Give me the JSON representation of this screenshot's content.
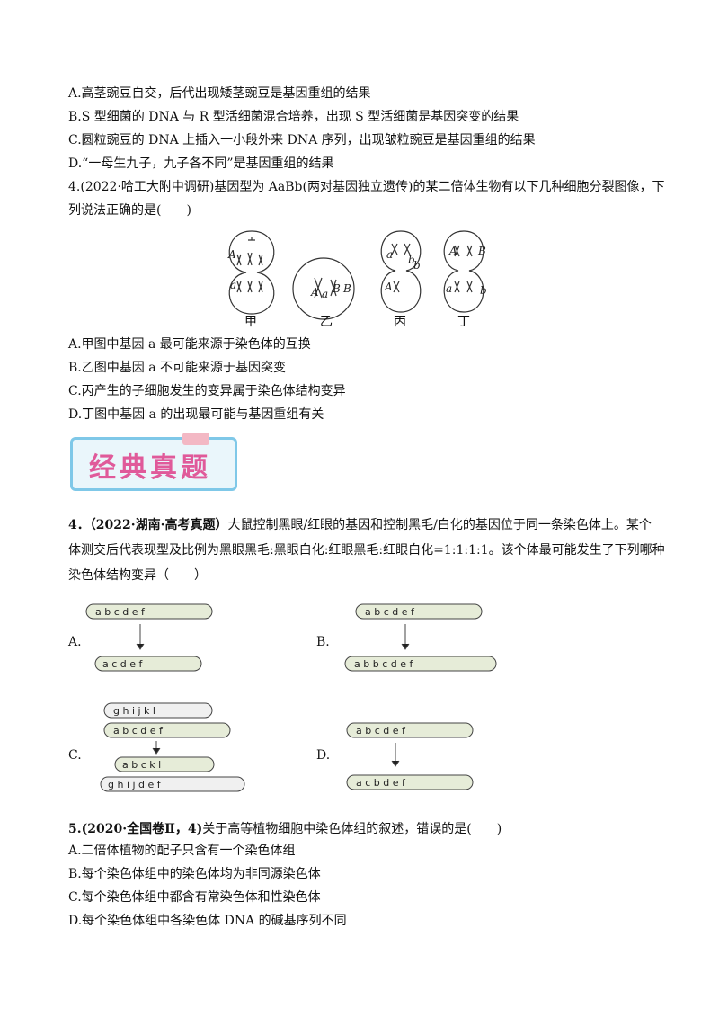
{
  "q3_options": [
    "A.高茎豌豆自交，后代出现矮茎豌豆是基因重组的结果",
    "B.S 型细菌的 DNA 与 R 型活细菌混合培养，出现 S 型活细菌是基因突变的结果",
    "C.圆粒豌豆的 DNA 上插入一小段外来 DNA 序列，出现皱粒豌豆是基因重组的结果",
    "D.“一母生九子，九子各不同”是基因重组的结果"
  ],
  "q4a": {
    "line1": "4.(2022·哈工大附中调研)基因型为 AaBb(两对基因独立遗传)的某二倍体生物有以下几种细胞分裂图像，下",
    "line2": "列说法正确的是(　　)",
    "cell_labels": [
      "甲",
      "乙",
      "丙",
      "丁"
    ],
    "options": [
      "A.甲图中基因 a 最可能来源于染色体的互换",
      "B.乙图中基因 a 不可能来源于基因突变",
      "C.丙产生的子细胞发生的变异属于染色体结构变异",
      "D.丁图中基因 a 的出现最可能与基因重组有关"
    ]
  },
  "banner": {
    "text": "经典真题"
  },
  "q4b": {
    "prefix": "4．（2022·湖南·高考真题）",
    "line1_rest": "大鼠控制黑眼/红眼的基因和控制黑毛/白化的基因位于同一条染色体上。某个",
    "line2": "体测交后代表现型及比例为黑眼黑毛:黑眼白化:红眼黑毛:红眼白化=1:1:1:1。该个体最可能发生了下列哪种",
    "line3": "染色体结构变异（　　）",
    "options": [
      "A.",
      "B.",
      "C.",
      "D."
    ]
  },
  "q5": {
    "prefix": "5.(2020·全国卷Ⅱ，4)",
    "rest": "关于高等植物细胞中染色体组的叙述，错误的是(　　)",
    "options": [
      "A.二倍体植物的配子只含有一个染色体组",
      "B.每个染色体组中的染色体均为非同源染色体",
      "C.每个染色体组中都含有常染色体和性染色体",
      "D.每个染色体组中各染色体 DNA 的碱基序列不同"
    ]
  }
}
